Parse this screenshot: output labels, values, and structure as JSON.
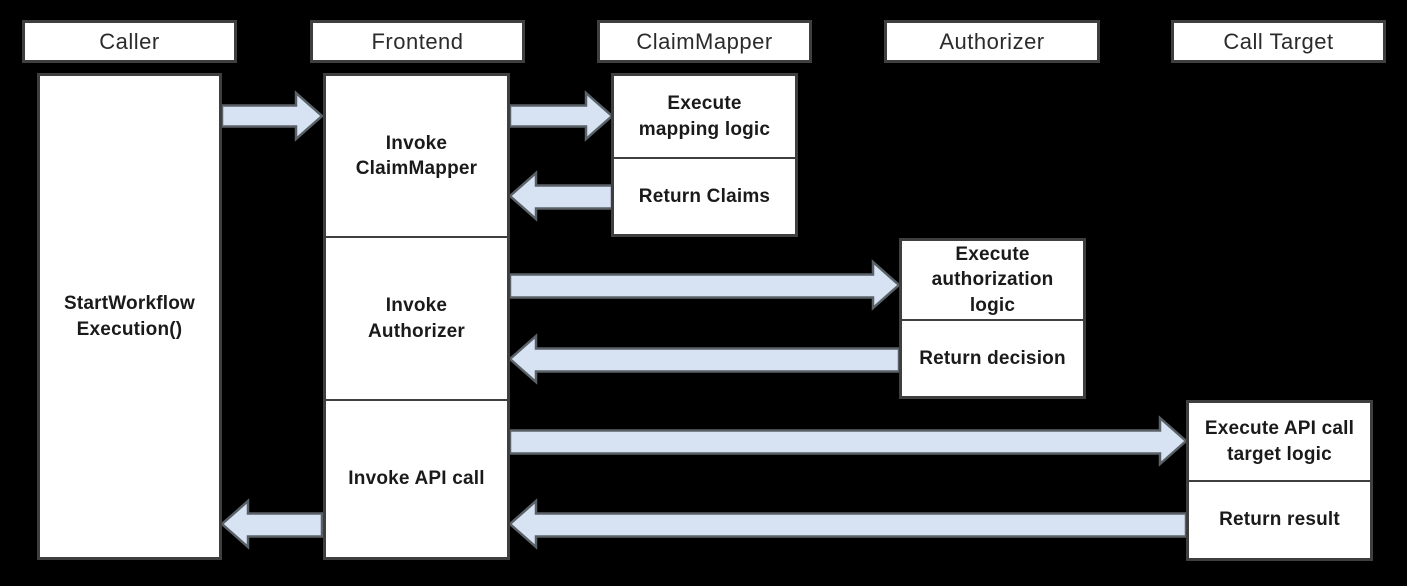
{
  "diagram_type": "sequence-diagram",
  "colors": {
    "background": "#000000",
    "box_fill": "#ffffff",
    "box_border": "#3f3f3f",
    "arrow_fill": "#d7e3f3",
    "arrow_outline": "#5a6268",
    "text": "#1a1a1a"
  },
  "lanes": [
    {
      "label": "Caller",
      "steps": [
        "StartWorkflow\nExecution()"
      ]
    },
    {
      "label": "Frontend",
      "steps": [
        "Invoke\nClaimMapper",
        "Invoke\nAuthorizer",
        "Invoke API call"
      ]
    },
    {
      "label": "ClaimMapper",
      "steps": [
        "Execute\nmapping logic",
        "Return Claims"
      ]
    },
    {
      "label": "Authorizer",
      "steps": [
        "Execute\nauthorization\nlogic",
        "Return decision"
      ]
    },
    {
      "label": "Call Target",
      "steps": [
        "Execute API call\ntarget logic",
        "Return result"
      ]
    }
  ],
  "arrows": [
    {
      "from": "Caller",
      "to": "Frontend",
      "direction": "right",
      "meaning": "StartWorkflowExecution() call"
    },
    {
      "from": "Frontend",
      "to": "ClaimMapper",
      "direction": "right",
      "meaning": "Invoke ClaimMapper"
    },
    {
      "from": "ClaimMapper",
      "to": "Frontend",
      "direction": "left",
      "meaning": "Return Claims"
    },
    {
      "from": "Frontend",
      "to": "Authorizer",
      "direction": "right",
      "meaning": "Invoke Authorizer"
    },
    {
      "from": "Authorizer",
      "to": "Frontend",
      "direction": "left",
      "meaning": "Return decision"
    },
    {
      "from": "Frontend",
      "to": "Call Target",
      "direction": "right",
      "meaning": "Invoke API call"
    },
    {
      "from": "Call Target",
      "to": "Frontend",
      "direction": "left",
      "meaning": "Return result"
    },
    {
      "from": "Frontend",
      "to": "Caller",
      "direction": "left",
      "meaning": "Return to caller"
    }
  ]
}
